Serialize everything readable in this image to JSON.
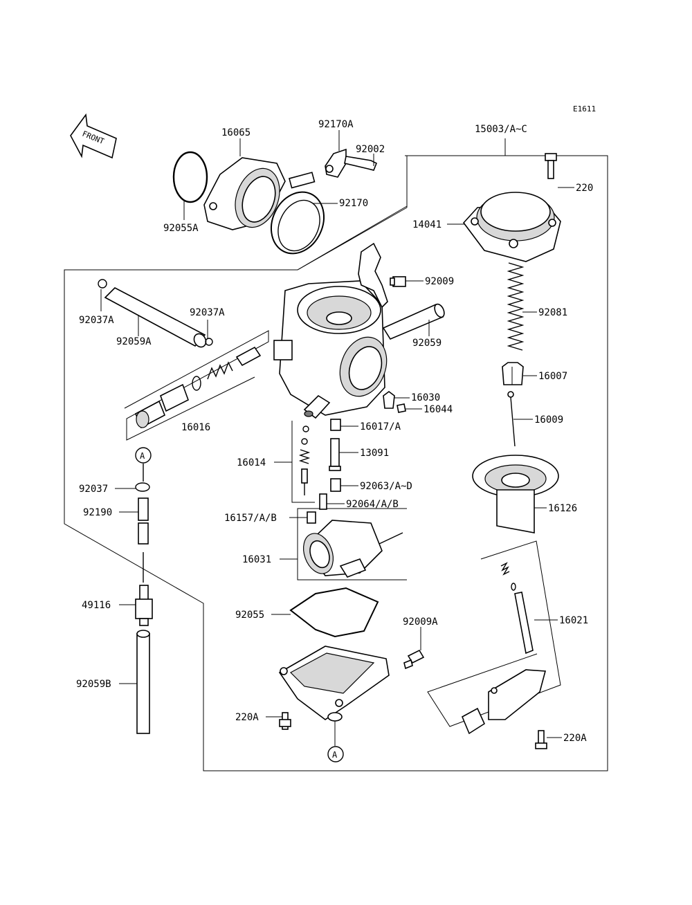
{
  "diagram_code": "E1611",
  "front_arrow_text": "FRONT",
  "ref_marker": "A",
  "labels": {
    "p16065": "16065",
    "p92170A": "92170A",
    "p92002": "92002",
    "p92170": "92170",
    "p92055A": "92055A",
    "p15003": "15003/A~C",
    "p220": "220",
    "p14041": "14041",
    "p92081": "92081",
    "p16007": "16007",
    "p16009": "16009",
    "p16126": "16126",
    "p92009": "92009",
    "p92037A_1": "92037A",
    "p92037A_2": "92037A",
    "p92059A": "92059A",
    "p92059": "92059",
    "p16016": "16016",
    "p16030": "16030",
    "p16044": "16044",
    "p16017": "16017/A",
    "p13091": "13091",
    "p16014": "16014",
    "p92063": "92063/A~D",
    "p92064": "92064/A/B",
    "p16157": "16157/A/B",
    "p16031": "16031",
    "p92037": "92037",
    "p92190": "92190",
    "p49116": "49116",
    "p92059B": "92059B",
    "p92055": "92055",
    "p92009A": "92009A",
    "p220A_1": "220A",
    "p220A_2": "220A",
    "p16021": "16021"
  }
}
